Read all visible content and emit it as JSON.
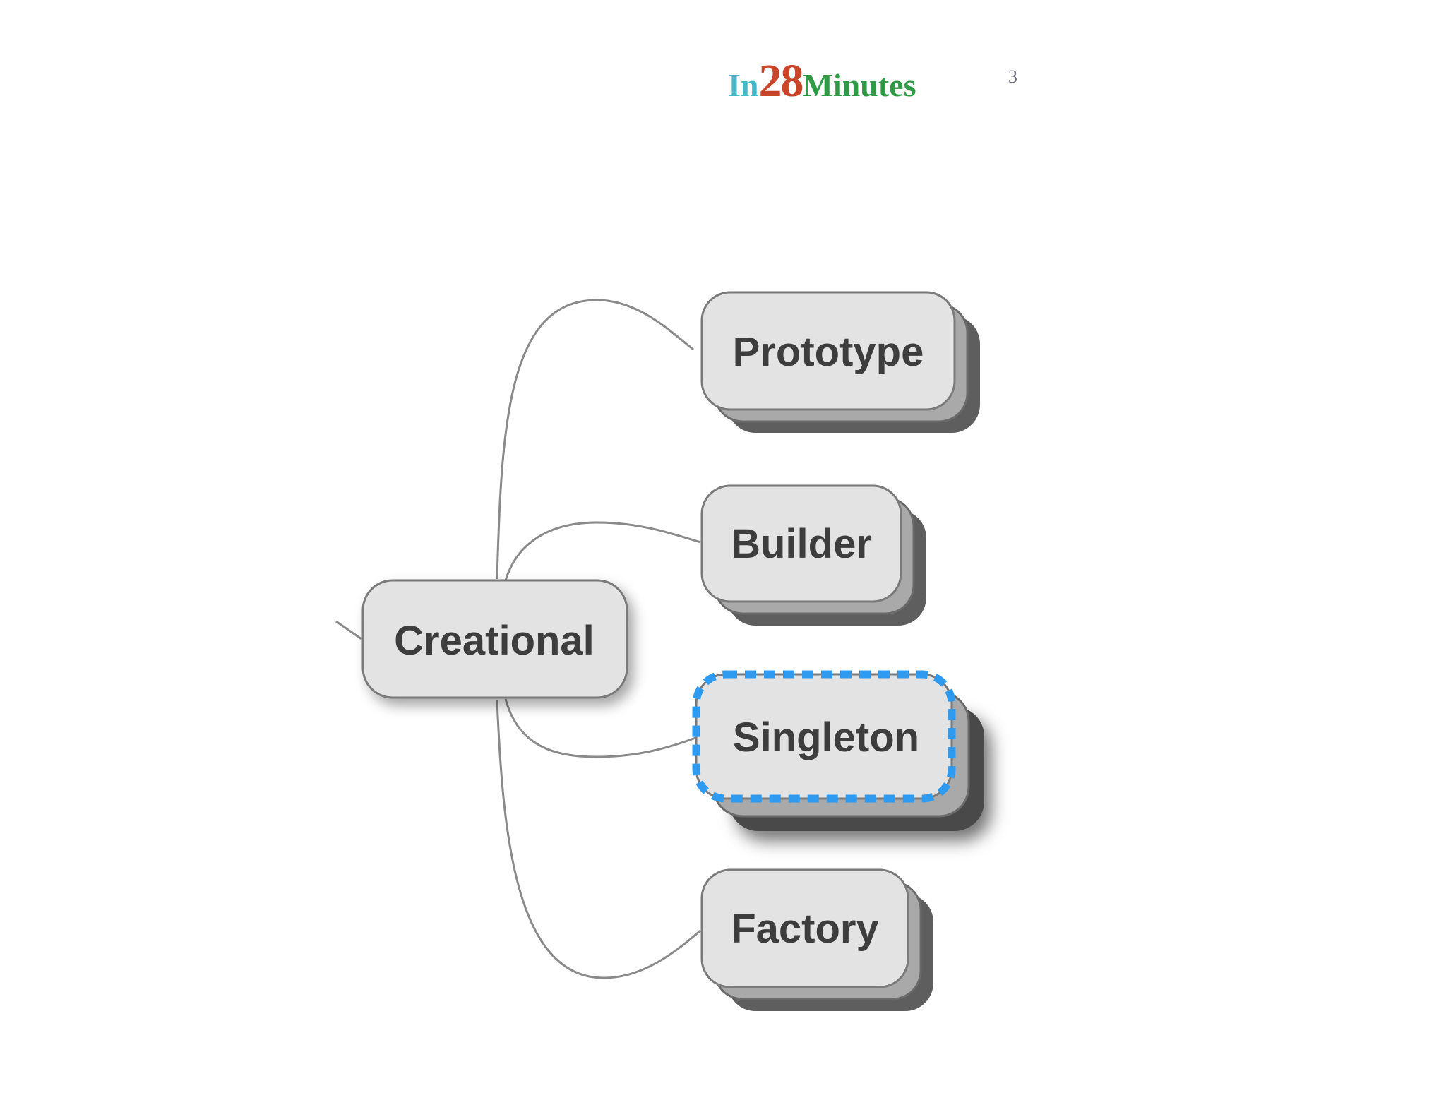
{
  "logo": {
    "part_in": "In",
    "part_num": "28",
    "part_minutes": "Minutes",
    "colors": {
      "in": "#45b8c8",
      "num": "#c8452a",
      "minutes": "#2f9a45"
    }
  },
  "page_number": "3",
  "diagram": {
    "root": {
      "label": "Creational"
    },
    "children": [
      {
        "label": "Prototype",
        "selected": false
      },
      {
        "label": "Builder",
        "selected": false
      },
      {
        "label": "Singleton",
        "selected": true
      },
      {
        "label": "Factory",
        "selected": false
      }
    ],
    "colors": {
      "node_fill": "#e3e3e3",
      "node_stroke": "#7a7a7a",
      "stack_back": "#5e5e5e",
      "stack_mid": "#a9a9a9",
      "connector": "#8a8a8a",
      "selection": "#2f9bf0"
    }
  }
}
